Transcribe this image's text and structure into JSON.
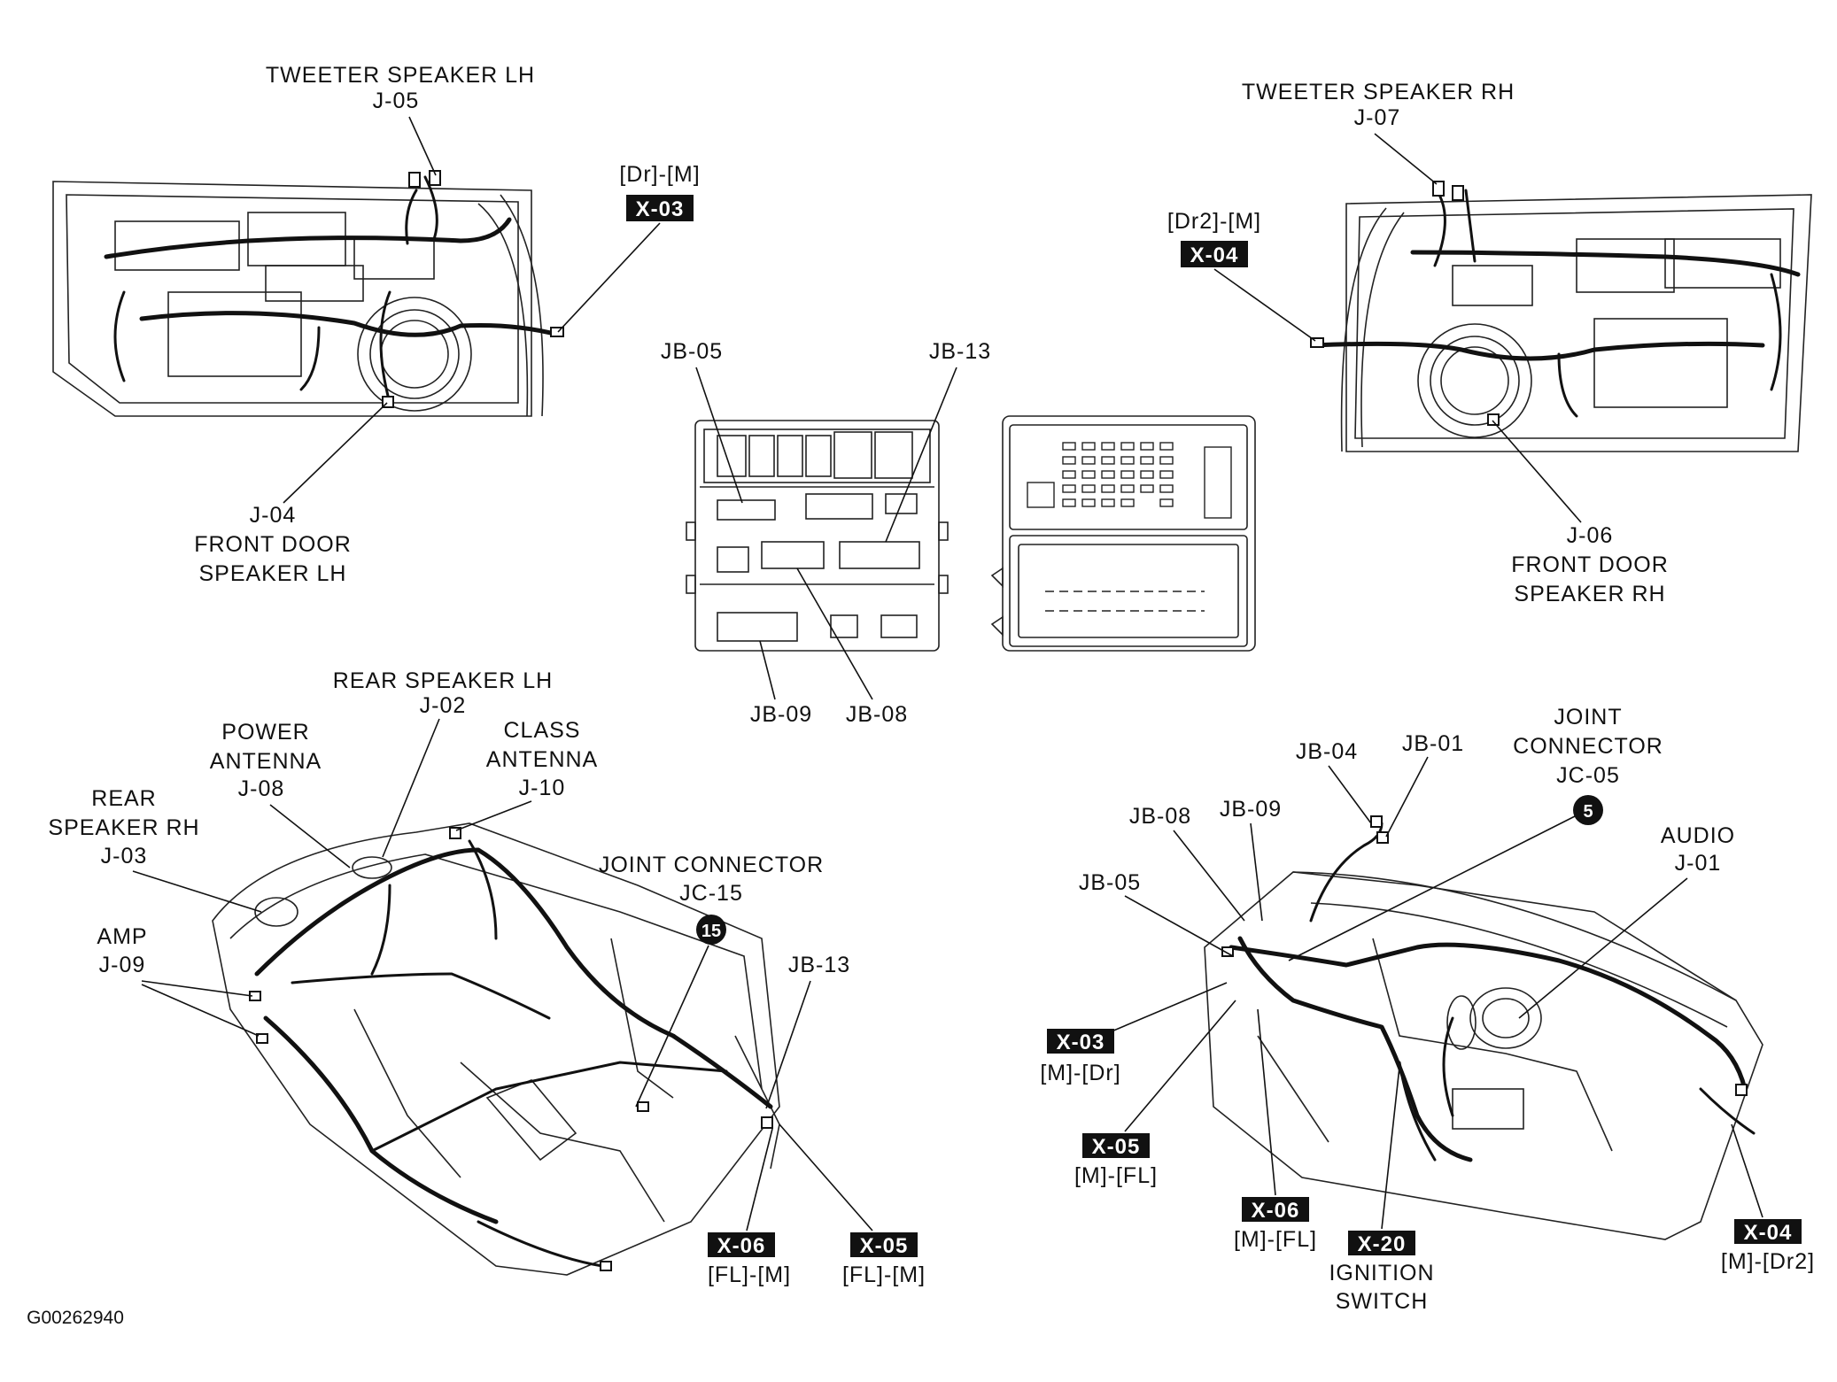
{
  "labels": {
    "tweeter_lh_name": "TWEETER SPEAKER LH",
    "tweeter_lh_code": "J-05",
    "dr_m": "[Dr]-[M]",
    "front_lh_code": "J-04",
    "front_lh_l1": "FRONT DOOR",
    "front_lh_l2": "SPEAKER LH",
    "tweeter_rh_name": "TWEETER SPEAKER RH",
    "tweeter_rh_code": "J-07",
    "dr2_m": "[Dr2]-[M]",
    "front_rh_code": "J-06",
    "front_rh_l1": "FRONT DOOR",
    "front_rh_l2": "SPEAKER RH",
    "jb05_top": "JB-05",
    "jb13_top": "JB-13",
    "jb09_bot": "JB-09",
    "jb08_bot": "JB-08",
    "rear_lh_name": "REAR SPEAKER LH",
    "rear_lh_code": "J-02",
    "power_ant_l1": "POWER",
    "power_ant_l2": "ANTENNA",
    "power_ant_code": "J-08",
    "class_ant_l1": "CLASS",
    "class_ant_l2": "ANTENNA",
    "class_ant_code": "J-10",
    "rear_rh_l1": "REAR",
    "rear_rh_l2": "SPEAKER RH",
    "rear_rh_code": "J-03",
    "amp_name": "AMP",
    "amp_code": "J-09",
    "jc15_l1": "JOINT CONNECTOR",
    "jc15_code": "JC-15",
    "jc15_num": "15",
    "jb13_floor": "JB-13",
    "fl_m_1": "[FL]-[M]",
    "fl_m_2": "[FL]-[M]",
    "jb04": "JB-04",
    "jb01": "JB-01",
    "jc05_l1": "JOINT",
    "jc05_l2": "CONNECTOR",
    "jc05_code": "JC-05",
    "jc05_num": "5",
    "jb08_dash": "JB-08",
    "jb09_dash": "JB-09",
    "jb05_dash": "JB-05",
    "audio_name": "AUDIO",
    "audio_code": "J-01",
    "m_dr": "[M]-[Dr]",
    "m_fl_1": "[M]-[FL]",
    "m_fl_2": "[M]-[FL]",
    "m_dr2": "[M]-[Dr2]",
    "ign_l1": "IGNITION",
    "ign_l2": "SWITCH",
    "figure_id": "G00262940"
  },
  "badges": {
    "x03_top": "X-03",
    "x04_top": "X-04",
    "x06_floor": "X-06",
    "x05_floor": "X-05",
    "x03_dash": "X-03",
    "x05_dash": "X-05",
    "x06_dash": "X-06",
    "x20_dash": "X-20",
    "x04_dash": "X-04"
  }
}
